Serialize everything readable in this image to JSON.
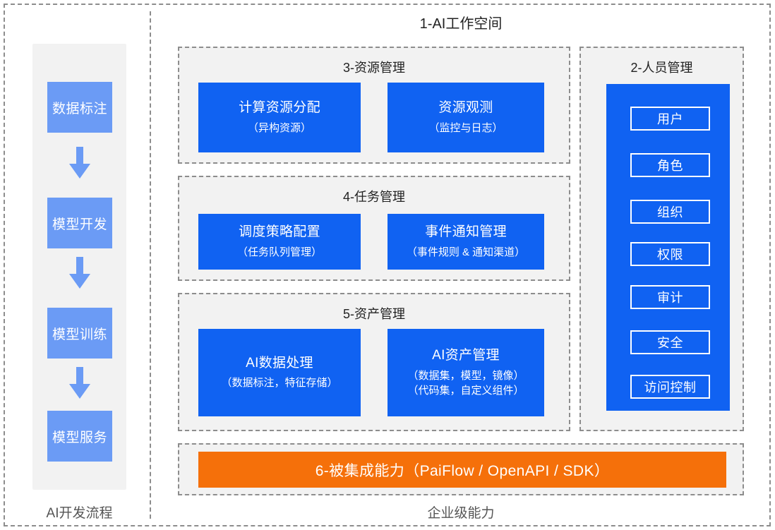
{
  "frame": {
    "workspace_title": "1-AI工作空间",
    "left_caption": "AI开发流程",
    "right_caption": "企业级能力"
  },
  "colors": {
    "primary_blue": "#1062f2",
    "light_blue": "#6b9bf5",
    "orange": "#f5700a",
    "panel_gray": "#f2f2f2",
    "dashed_border": "#8d8d8d"
  },
  "flow": {
    "steps": [
      {
        "label": "数据标注"
      },
      {
        "label": "模型开发"
      },
      {
        "label": "模型训练"
      },
      {
        "label": "模型服务"
      }
    ],
    "arrows": [
      {
        "name": "arrow-down-1"
      },
      {
        "name": "arrow-down-2"
      },
      {
        "name": "arrow-down-3"
      }
    ]
  },
  "sections": {
    "resource": {
      "title": "3-资源管理",
      "cards": [
        {
          "title": "计算资源分配",
          "sub": "（异构资源）"
        },
        {
          "title": "资源观测",
          "sub": "（监控与日志）"
        }
      ]
    },
    "task": {
      "title": "4-任务管理",
      "cards": [
        {
          "title": "调度策略配置",
          "sub": "（任务队列管理）"
        },
        {
          "title": "事件通知管理",
          "sub": "（事件规则 & 通知渠道）"
        }
      ]
    },
    "asset": {
      "title": "5-资产管理",
      "cards": [
        {
          "title": "AI数据处理",
          "sub": "（数据标注，特征存储）"
        },
        {
          "title": "AI资产管理",
          "sub": "（数据集，模型，镜像）",
          "sub2": "（代码集，自定义组件）"
        }
      ]
    },
    "people": {
      "title": "2-人员管理",
      "items": [
        {
          "label": "用户"
        },
        {
          "label": "角色"
        },
        {
          "label": "组织"
        },
        {
          "label": "权限"
        },
        {
          "label": "审计"
        },
        {
          "label": "安全"
        },
        {
          "label": "访问控制"
        }
      ]
    },
    "integration": {
      "label": "6-被集成能力（PaiFlow / OpenAPI / SDK）"
    }
  }
}
